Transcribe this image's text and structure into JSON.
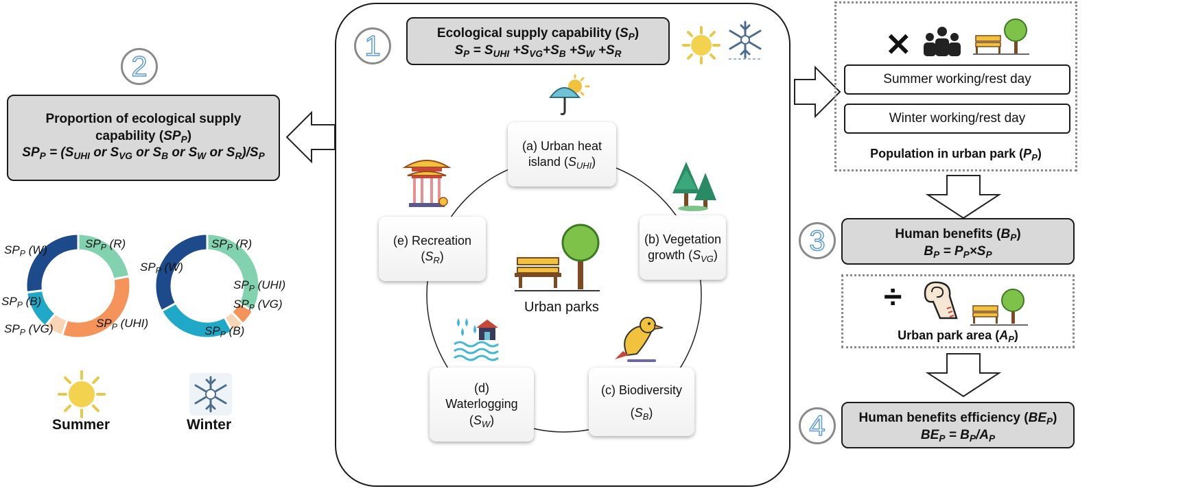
{
  "steps": {
    "s1": "1",
    "s2": "2",
    "s3": "3",
    "s4": "4"
  },
  "supply_box": {
    "title": "Ecological supply capability (",
    "title_var": "S",
    "title_sub": "P",
    "title_end": ")",
    "formula_lhs": "S",
    "formula_lhs_sub": "P",
    "terms": [
      {
        "v": "S",
        "s": "UHI"
      },
      {
        "v": "S",
        "s": "VG"
      },
      {
        "v": "S",
        "s": "B"
      },
      {
        "v": "S",
        "s": "W"
      },
      {
        "v": "S",
        "s": "R"
      }
    ]
  },
  "proportion_box": {
    "line1": "Proportion of ecological supply",
    "line2": "capability (",
    "var": "SP",
    "var_sub": "P",
    "close": ")",
    "formula": {
      "lhs": "SP",
      "lhs_sub": "P",
      "mid": " = (S",
      "s1": "UHI",
      "or1": " or S",
      "s2": "VG",
      "or2": " or S",
      "s3": "B",
      "or3": " or S",
      "s4": "W",
      "or4": " or S",
      "s5": "R",
      "end": ")/S",
      "end_sub": "P"
    }
  },
  "cards": {
    "a": {
      "l1": "(a) Urban heat",
      "l2": "island (",
      "v": "S",
      "s": "UHI",
      "e": ")"
    },
    "b": {
      "l1": "(b) Vegetation",
      "l2": "growth (",
      "v": "S",
      "s": "VG",
      "e": ")"
    },
    "c": {
      "l1": "(c) Biodiversity",
      "l2": "(",
      "v": "S",
      "s": "B",
      "e": ")"
    },
    "d": {
      "l1": "(d)",
      "l2": "Waterlogging",
      "l3": "(",
      "v": "S",
      "s": "W",
      "e": ")"
    },
    "e": {
      "l1": "(e) Recreation",
      "l2": "(",
      "v": "S",
      "s": "R",
      "e": ")"
    }
  },
  "center_label": "Urban parks",
  "population": {
    "row1": "Summer working/rest day",
    "row2": "Winter working/rest day",
    "caption": "Population in urban park (",
    "var": "P",
    "sub": "P",
    "end": ")"
  },
  "benefits": {
    "title": "Human benefits (",
    "var": "B",
    "sub": "P",
    "end": ")",
    "formula": "B",
    "fsub": "P",
    "eq": " = P",
    "p_sub": "P",
    "x": "×S",
    "s_sub": "P"
  },
  "area": {
    "caption": "Urban park area (",
    "var": "A",
    "sub": "P",
    "end": ")"
  },
  "efficiency": {
    "title": "Human benefits efficiency (",
    "var": "BE",
    "sub": "P",
    "end": ")",
    "f_lhs": "BE",
    "f_lhs_sub": "P",
    "f_eq": " = B",
    "f_b_sub": "P",
    "f_div": "/A",
    "f_a_sub": "P"
  },
  "donut_labels": {
    "sp": "SP",
    "p": "P",
    "w": "(W)",
    "r": "(R)",
    "b": "(B)",
    "vg": "(VG)",
    "uhi": "(UHI)"
  },
  "seasons": {
    "summer": "Summer",
    "winter": "Winter"
  },
  "chart_data": [
    {
      "type": "pie",
      "title": "",
      "categories": [
        "R",
        "UHI",
        "VG",
        "B",
        "W"
      ],
      "values": [
        22,
        33,
        6,
        12,
        27
      ],
      "colors": [
        "#82d2b0",
        "#f4935a",
        "#f8d5b4",
        "#1fa8c8",
        "#1d4a8a"
      ]
    },
    {
      "type": "pie",
      "title": "",
      "categories": [
        "R",
        "UHI",
        "VG",
        "B",
        "W"
      ],
      "values": [
        33,
        5,
        4,
        25,
        33
      ],
      "colors": [
        "#82d2b0",
        "#f4935a",
        "#f8d5b4",
        "#1fa8c8",
        "#1d4a8a"
      ]
    }
  ],
  "colors": {
    "gray": "#d9d9d9",
    "accent_blue": "#5b9bd5"
  }
}
